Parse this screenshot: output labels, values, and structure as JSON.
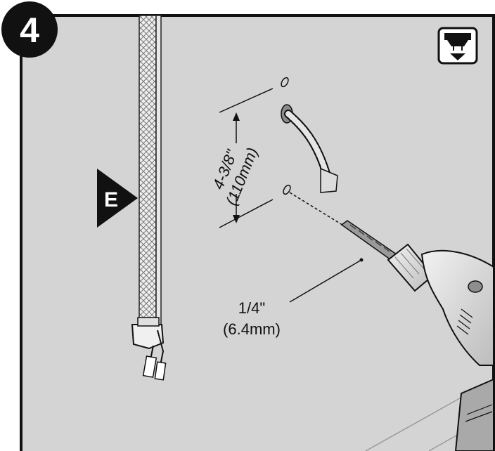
{
  "step": {
    "number": "4"
  },
  "callout": {
    "letter": "E"
  },
  "dimensions": {
    "spacing": {
      "imperial": "4-3/8\"",
      "metric": "(110mm)"
    },
    "drill_bit": {
      "imperial": "1/4\"",
      "metric": "(6.4mm)"
    }
  },
  "icons": {
    "mount": "under-sink-mount-icon",
    "hose": "braided-hose-icon",
    "anchor": "wall-anchor-icon",
    "drill": "power-drill-icon"
  },
  "colors": {
    "background": "#d4d4d4",
    "border": "#111111",
    "step_badge": "#111111"
  }
}
